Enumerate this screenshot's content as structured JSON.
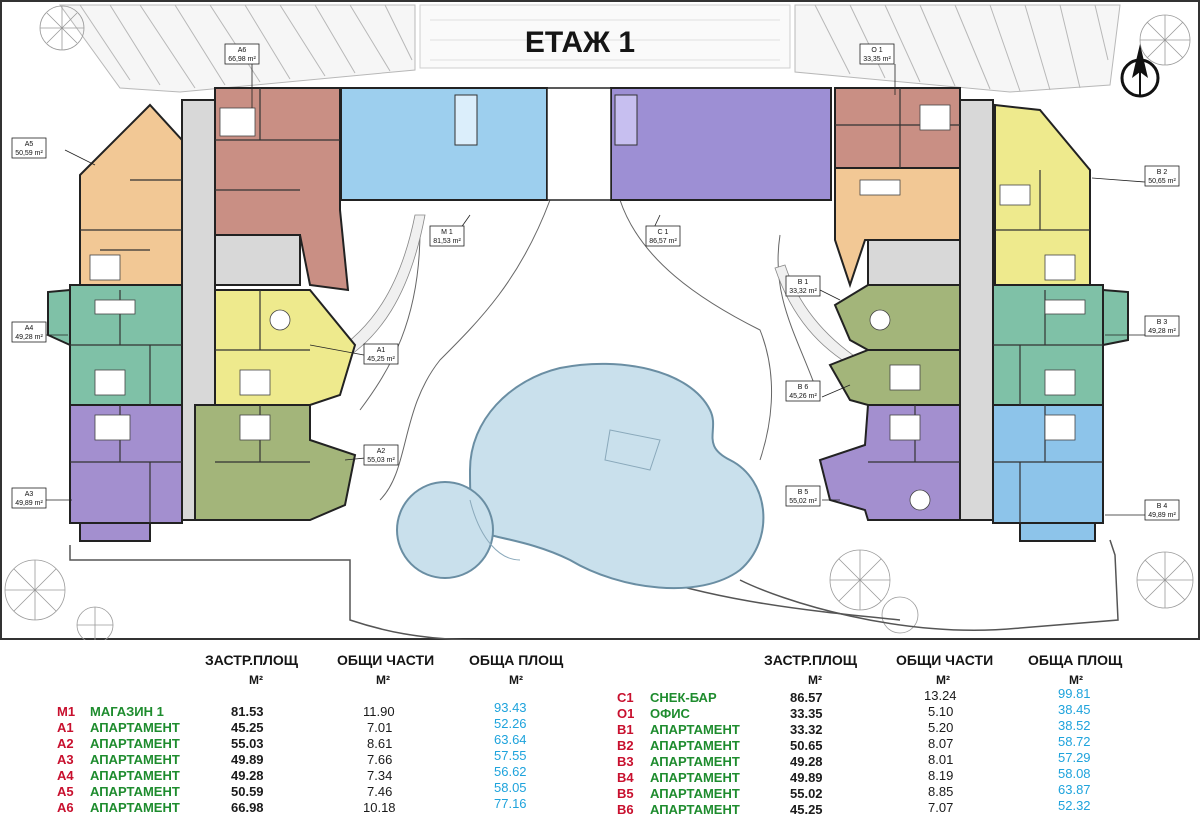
{
  "title": "ЕТАЖ 1",
  "plan_labels": [
    {
      "id": "A6",
      "area": "66,98 m²"
    },
    {
      "id": "A5",
      "area": "50,59 m²"
    },
    {
      "id": "A4",
      "area": "49,28 m²"
    },
    {
      "id": "A3",
      "area": "49,89 m²"
    },
    {
      "id": "A1",
      "area": "45,25 m²"
    },
    {
      "id": "A2",
      "area": "55,03 m²"
    },
    {
      "id": "M 1",
      "area": "81,53 m²"
    },
    {
      "id": "C 1",
      "area": "86,57 m²"
    },
    {
      "id": "O 1",
      "area": "33,35 m²"
    },
    {
      "id": "B 1",
      "area": "33,32 m²"
    },
    {
      "id": "B 2",
      "area": "50,65 m²"
    },
    {
      "id": "B 3",
      "area": "49,28 m²"
    },
    {
      "id": "B 6",
      "area": "45,26 m²"
    },
    {
      "id": "B 5",
      "area": "55,02 m²"
    },
    {
      "id": "B 4",
      "area": "49,89 m²"
    }
  ],
  "table": {
    "headers": {
      "built": "ЗАСТР.ПЛОЩ",
      "common": "ОБЩИ ЧАСТИ",
      "total": "ОБЩА ПЛОЩ"
    },
    "unit": "М²",
    "left": [
      {
        "code": "M1",
        "name": "МАГАЗИН 1",
        "built": "81.53",
        "common": "11.90",
        "total": "93.43"
      },
      {
        "code": "A1",
        "name": "АПАРТАМЕНТ",
        "built": "45.25",
        "common": "7.01",
        "total": "52.26"
      },
      {
        "code": "A2",
        "name": "АПАРТАМЕНТ",
        "built": "55.03",
        "common": "8.61",
        "total": "63.64"
      },
      {
        "code": "A3",
        "name": "АПАРТАМЕНТ",
        "built": "49.89",
        "common": "7.66",
        "total": "57.55"
      },
      {
        "code": "A4",
        "name": "АПАРТАМЕНТ",
        "built": "49.28",
        "common": "7.34",
        "total": "56.62"
      },
      {
        "code": "A5",
        "name": "АПАРТАМЕНТ",
        "built": "50.59",
        "common": "7.46",
        "total": "58.05"
      },
      {
        "code": "A6",
        "name": "АПАРТАМЕНТ",
        "built": "66.98",
        "common": "10.18",
        "total": "77.16"
      }
    ],
    "right": [
      {
        "code": "C1",
        "name": "СНЕК-БАР",
        "built": "86.57",
        "common": "13.24",
        "total": "99.81"
      },
      {
        "code": "O1",
        "name": "ОФИС",
        "built": "33.35",
        "common": "5.10",
        "total": "38.45"
      },
      {
        "code": "B1",
        "name": "АПАРТАМЕНТ",
        "built": "33.32",
        "common": "5.20",
        "total": "38.52"
      },
      {
        "code": "B2",
        "name": "АПАРТАМЕНТ",
        "built": "50.65",
        "common": "8.07",
        "total": "58.72"
      },
      {
        "code": "B3",
        "name": "АПАРТАМЕНТ",
        "built": "49.28",
        "common": "8.01",
        "total": "57.29"
      },
      {
        "code": "B4",
        "name": "АПАРТАМЕНТ",
        "built": "49.89",
        "common": "8.19",
        "total": "58.08"
      },
      {
        "code": "B5",
        "name": "АПАРТАМЕНТ",
        "built": "55.02",
        "common": "8.85",
        "total": "63.87"
      },
      {
        "code": "B6",
        "name": "АПАРТАМЕНТ",
        "built": "45.25",
        "common": "7.07",
        "total": "52.32"
      }
    ]
  },
  "colors": {
    "shop": "#9dcfee",
    "snackbar": "#9d8fd4",
    "a6": "#c98f84",
    "a5": "#f2c895",
    "teal": "#7fc1a7",
    "yellow": "#eeea8d",
    "purple": "#a38fcf",
    "olive": "#a3b57a",
    "blue": "#8dc4ea",
    "pool": "#c9e0ec",
    "code_red": "#c8102e",
    "name_green": "#1e8c2e",
    "total_blue": "#1ea3dc"
  }
}
